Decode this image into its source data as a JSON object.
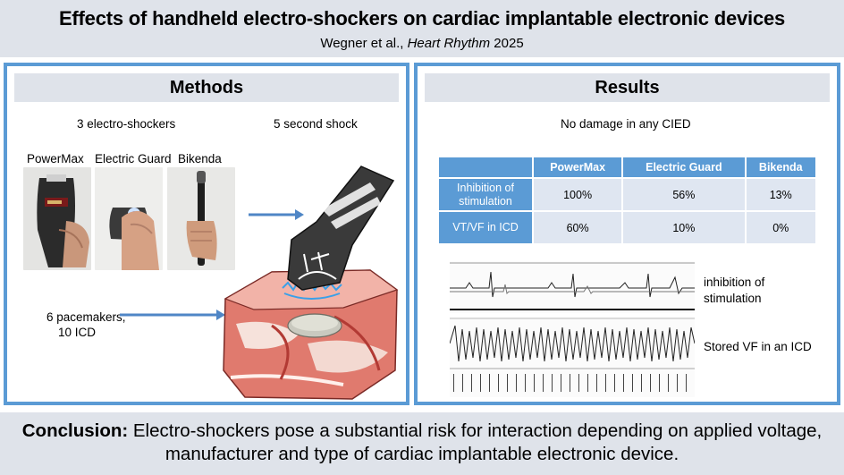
{
  "header": {
    "title": "Effects of handheld electro-shockers on cardiac implantable electronic devices",
    "authors": "Wegner et al., ",
    "journal": "Heart Rhythm",
    "year": " 2025"
  },
  "methods": {
    "heading": "Methods",
    "shockers_label": "3 electro-shockers",
    "shock_label": "5 second shock",
    "devices": [
      "PowerMax",
      "Electric Guard",
      "Bikenda"
    ],
    "implants_line1": "6 pacemakers,",
    "implants_line2": "10 ICD"
  },
  "results": {
    "heading": "Results",
    "summary": "No damage in any CIED",
    "table": {
      "columns": [
        "",
        "PowerMax",
        "Electric Guard",
        "Bikenda"
      ],
      "rows": [
        {
          "label_line1": "Inhibition of",
          "label_line2": "stimulation",
          "values": [
            "100%",
            "56%",
            "13%"
          ]
        },
        {
          "label_line1": "VT/VF in ICD",
          "label_line2": "",
          "values": [
            "60%",
            "10%",
            "0%"
          ]
        }
      ]
    },
    "ecg1_label_line1": "inhibition of",
    "ecg1_label_line2": "stimulation",
    "ecg2_label": "Stored VF in an ICD"
  },
  "conclusion": {
    "lead": "Conclusion:",
    "text_line1": " Electro-shockers pose a substantial risk for interaction depending on applied voltage,",
    "text_line2": "manufacturer and type of cardiac implantable electronic device."
  },
  "colors": {
    "accent": "#5b9bd5",
    "panel_head": "#dfe3ea",
    "table_cell": "#dfe6f1"
  }
}
